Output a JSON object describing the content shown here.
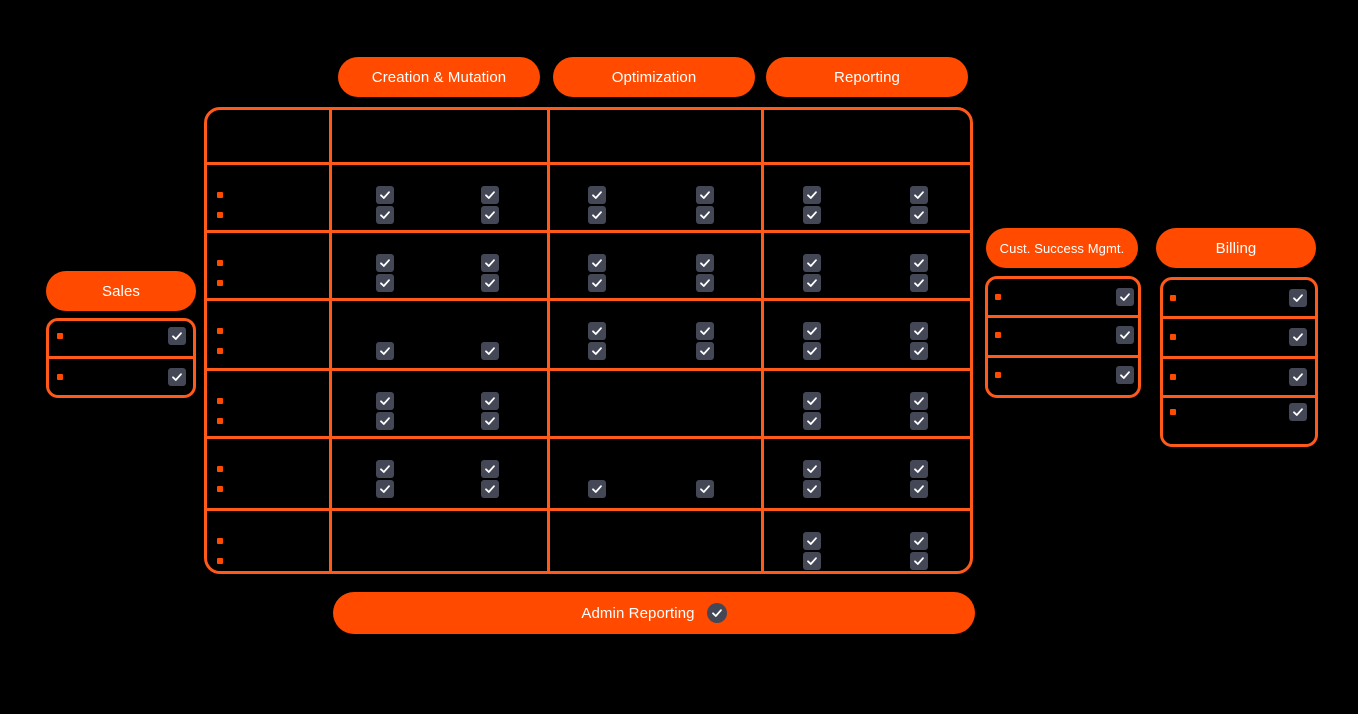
{
  "colors": {
    "accent": "#ff4a00",
    "border": "#ff5a1a",
    "check_bg": "#434756",
    "background": "#000000"
  },
  "headers": {
    "creation": "Creation & Mutation",
    "optimization": "Optimization",
    "reporting": "Reporting",
    "sales": "Sales",
    "csm": "Cust. Success Mgmt.",
    "billing": "Billing",
    "admin_reporting": "Admin Reporting"
  },
  "matrix": {
    "columns": [
      "Creation & Mutation",
      "Optimization",
      "Reporting"
    ],
    "rows": [
      {
        "bullets": 2,
        "creation": [
          true,
          true
        ],
        "optimization": [
          true,
          true
        ],
        "reporting": [
          true,
          true
        ]
      },
      {
        "bullets": 2,
        "creation": [
          true,
          true
        ],
        "optimization": [
          true,
          true
        ],
        "reporting": [
          true,
          true
        ]
      },
      {
        "bullets": 2,
        "creation": [
          false,
          true
        ],
        "optimization": [
          true,
          true
        ],
        "reporting": [
          true,
          true
        ]
      },
      {
        "bullets": 2,
        "creation": [
          true,
          true
        ],
        "optimization": [
          false,
          false
        ],
        "reporting": [
          true,
          true
        ]
      },
      {
        "bullets": 2,
        "creation": [
          true,
          true
        ],
        "optimization": [
          false,
          true
        ],
        "reporting": [
          true,
          true
        ]
      },
      {
        "bullets": 2,
        "creation": [
          false,
          false
        ],
        "optimization": [
          false,
          false
        ],
        "reporting": [
          true,
          true
        ]
      }
    ]
  },
  "sales": {
    "items": [
      {
        "checked": true
      },
      {
        "checked": true
      }
    ]
  },
  "csm": {
    "items": [
      {
        "checked": true
      },
      {
        "checked": true
      },
      {
        "checked": true
      }
    ]
  },
  "billing": {
    "items": [
      {
        "checked": true
      },
      {
        "checked": true
      },
      {
        "checked": true
      },
      {
        "checked": true
      }
    ]
  },
  "icons": {
    "check": "check-icon",
    "bullet": "bullet-icon"
  }
}
